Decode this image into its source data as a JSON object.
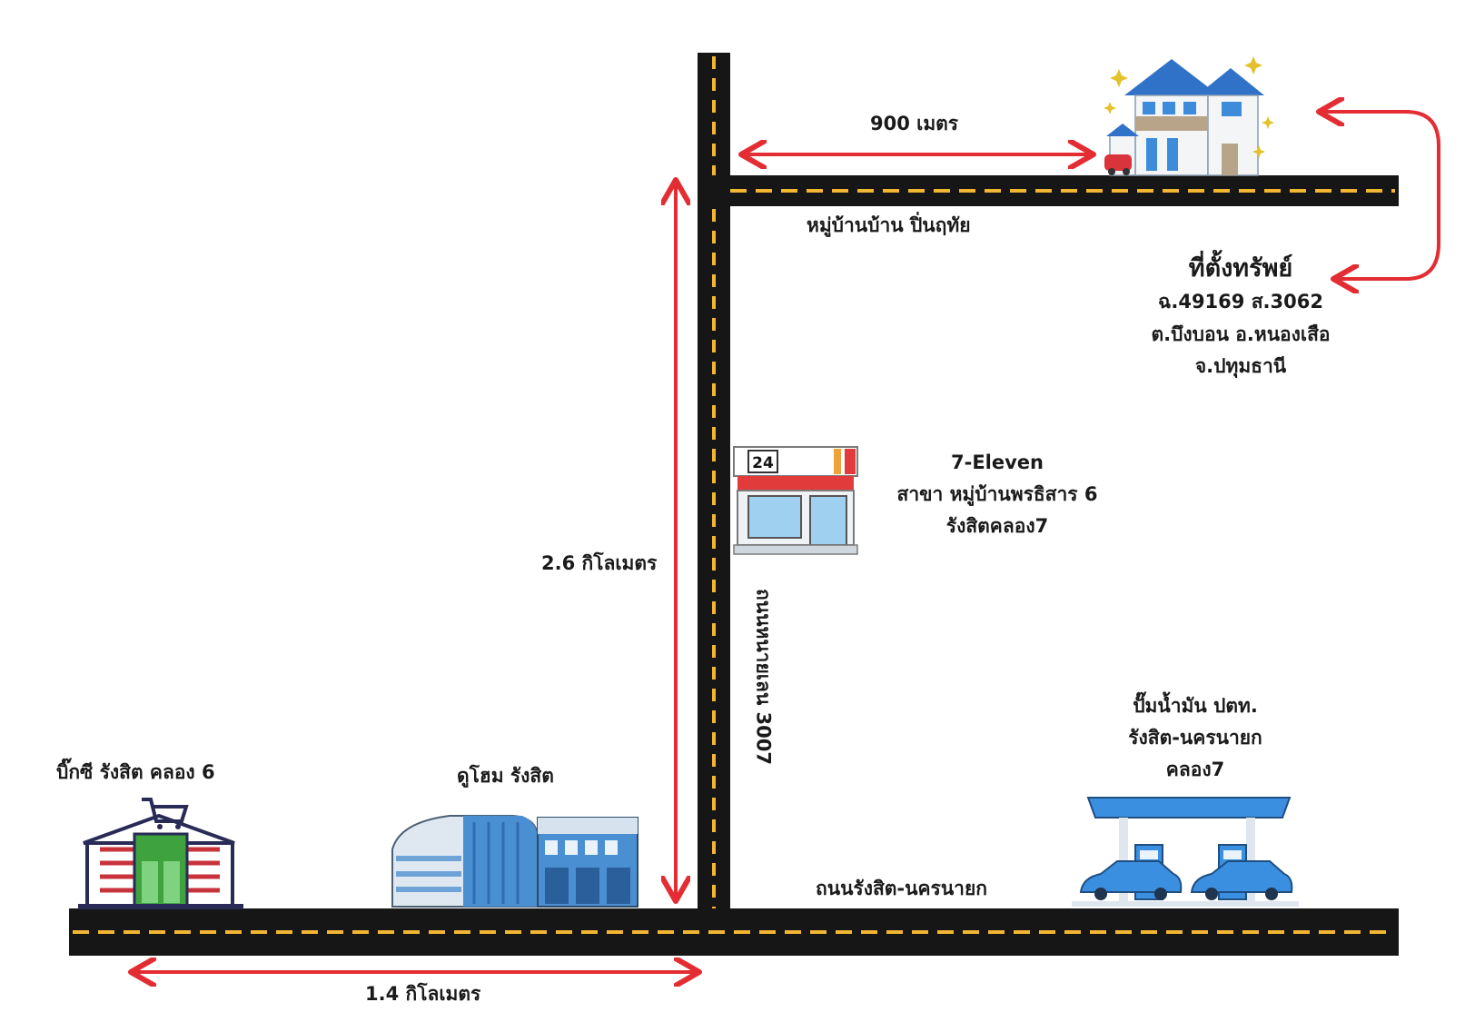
{
  "distances": {
    "to_house": "900 เมตร",
    "vertical_road": "2.6 กิโลเมตร",
    "bottom_road": "1.4 กิโลเมตร"
  },
  "roads": {
    "village_road": "หมู่บ้านบ้าน ปิ่นฤทัย",
    "vertical_road": "ถนนหนายเลน 3007",
    "main_road": "ถนนรังสิต-นครนายก"
  },
  "property": {
    "title": "ที่ตั้งทรัพย์",
    "deed": "ฉ.49169   ส.3062",
    "district": "ต.บึงบอน   อ.หนองเสือ",
    "province": "จ.ปทุมธานี"
  },
  "seven_eleven": {
    "line1": "7-Eleven",
    "line2": "สาขา หมู่บ้านพรธิสาร 6",
    "line3": "รังสิตคลอง7",
    "sign": "24"
  },
  "gas_station": {
    "line1": "ปั๊มน้ำมัน ปตท.",
    "line2": "รังสิต-นครนายก",
    "line3": "คลอง7"
  },
  "bigc": {
    "label": "บิ๊กซี รังสิต คลอง 6"
  },
  "dohome": {
    "label": "ดูโฮม รังสิต"
  },
  "colors": {
    "road": "#161616",
    "road_marking": "#f2b632",
    "arrow": "#e32d33",
    "building_blue": "#2f7fd0",
    "text": "#1a1a1a"
  },
  "icons": [
    "house-icon",
    "convenience-store-icon",
    "gas-station-icon",
    "supermarket-icon",
    "store-building-icon"
  ]
}
